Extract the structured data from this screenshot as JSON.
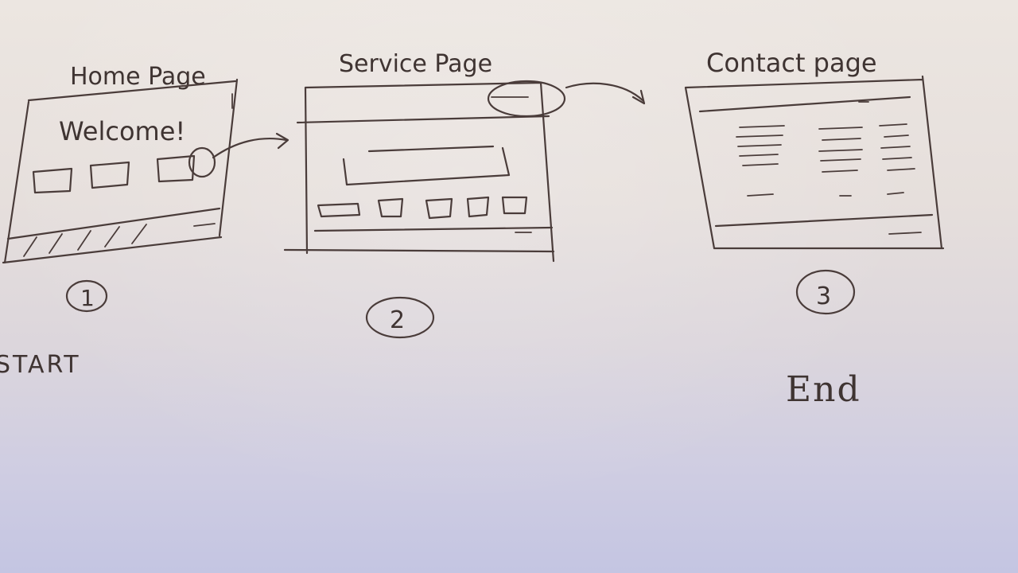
{
  "colors": {
    "ink": "#4a3c3a",
    "paper_top": "#ece6e1",
    "paper_bottom": "#c4c5e2"
  },
  "pages": [
    {
      "title": "Home Page",
      "heading": "Welcome!",
      "number": "1"
    },
    {
      "title": "Service Page",
      "number": "2"
    },
    {
      "title": "Contact page",
      "number": "3"
    }
  ],
  "flow": {
    "start_label": "START",
    "end_label": "End"
  }
}
